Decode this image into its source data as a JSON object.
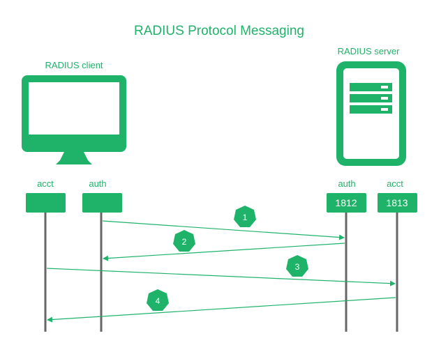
{
  "title": "RADIUS Protocol Messaging",
  "client": {
    "label": "RADIUS client",
    "icon": "monitor-icon"
  },
  "server": {
    "label": "RADIUS server",
    "icon": "server-icon"
  },
  "lanes": [
    {
      "side": "client",
      "name": "acct",
      "port": ""
    },
    {
      "side": "client",
      "name": "auth",
      "port": ""
    },
    {
      "side": "server",
      "name": "auth",
      "port": "1812"
    },
    {
      "side": "server",
      "name": "acct",
      "port": "1813"
    }
  ],
  "messages": [
    {
      "step": "1",
      "from_lane": 1,
      "to_lane": 2
    },
    {
      "step": "2",
      "from_lane": 2,
      "to_lane": 1
    },
    {
      "step": "3",
      "from_lane": 0,
      "to_lane": 3
    },
    {
      "step": "4",
      "from_lane": 3,
      "to_lane": 0
    }
  ],
  "colors": {
    "accent": "#1fb36a",
    "lifeline": "#666666",
    "white": "#ffffff"
  }
}
